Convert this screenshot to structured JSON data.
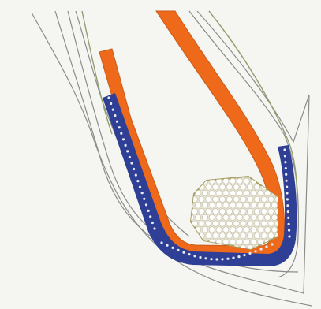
{
  "colors": {
    "background": "#f5f5f2",
    "outline": "#8c8c8c",
    "orange_band": "#ee6a1a",
    "orange_edge": "#c95a18",
    "blue_band": "#2f3f96",
    "blue_dot": "#e8ecf6",
    "core_fill": "#e9e7dc",
    "core_stroke": "#a89d62",
    "core_cell": "#ffffff",
    "core_cell_stroke": "#c9c4a8",
    "green_edge": "#8fa06e"
  },
  "layers": [
    {
      "id": "outer-contour-1"
    },
    {
      "id": "outer-contour-2"
    },
    {
      "id": "outer-contour-3"
    },
    {
      "id": "inner-contour"
    },
    {
      "id": "orange-layer"
    },
    {
      "id": "blue-dotted-layer"
    },
    {
      "id": "hexagonal-core"
    }
  ]
}
